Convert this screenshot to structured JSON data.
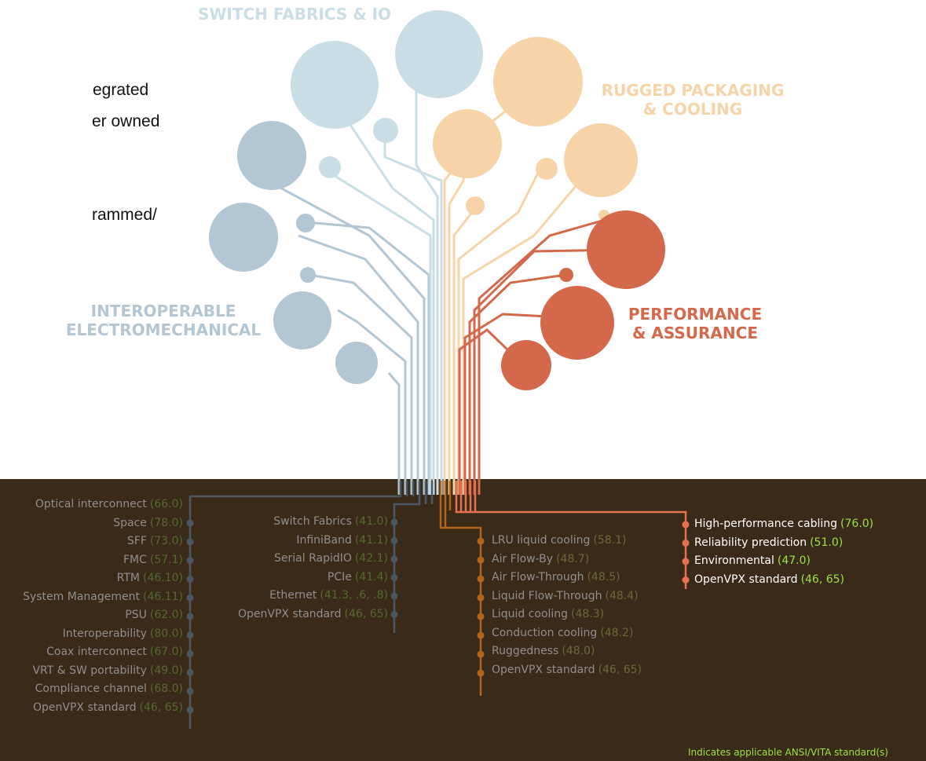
{
  "partial_text": [
    "egrated",
    "er owned",
    "rammed/"
  ],
  "categories": {
    "switch": {
      "label": "SWITCH FABRICS & IO",
      "color": "#c9dde6"
    },
    "rugged": {
      "label": "RUGGED PACKAGING\n& COOLING",
      "color": "#f7d3a8"
    },
    "interop": {
      "label": "INTEROPERABLE\nELECTROMECHANICAL",
      "color": "#b3c6d3"
    },
    "perf": {
      "label": "PERFORMANCE\n& ASSURANCE",
      "color": "#d4684a"
    }
  },
  "lists": {
    "interop": [
      {
        "name": "Optical interconnect",
        "code": "(66.0)"
      },
      {
        "name": "Space",
        "code": "(78.0)"
      },
      {
        "name": "SFF",
        "code": "(73.0)"
      },
      {
        "name": "FMC",
        "code": "(57.1)"
      },
      {
        "name": "RTM",
        "code": "(46.10)"
      },
      {
        "name": "System Management",
        "code": "(46.11)"
      },
      {
        "name": "PSU",
        "code": "(62.0)"
      },
      {
        "name": "Interoperability",
        "code": "(80.0)"
      },
      {
        "name": "Coax interconnect",
        "code": "(67.0)"
      },
      {
        "name": "VRT & SW portability",
        "code": "(49.0)"
      },
      {
        "name": "Compliance channel",
        "code": "(68.0)"
      },
      {
        "name": "OpenVPX standard",
        "code": "(46, 65)"
      }
    ],
    "switch": [
      {
        "name": "Switch Fabrics",
        "code": "(41.0)"
      },
      {
        "name": "InfiniBand",
        "code": "(41.1)"
      },
      {
        "name": "Serial RapidIO",
        "code": "(42.1)"
      },
      {
        "name": "PCIe",
        "code": "(41.4)"
      },
      {
        "name": "Ethernet",
        "code": "(41.3, .6, .8)"
      },
      {
        "name": "OpenVPX standard",
        "code": "(46, 65)"
      }
    ],
    "rugged": [
      {
        "name": "LRU liquid cooling",
        "code": "(58.1)"
      },
      {
        "name": "Air Flow-By",
        "code": "(48.7)"
      },
      {
        "name": "Air Flow-Through",
        "code": "(48.5)"
      },
      {
        "name": "Liquid Flow-Through",
        "code": "(48.4)"
      },
      {
        "name": "Liquid cooling",
        "code": "(48.3)"
      },
      {
        "name": "Conduction cooling",
        "code": "(48.2)"
      },
      {
        "name": "Ruggedness",
        "code": "(48.0)"
      },
      {
        "name": "OpenVPX standard",
        "code": "(46, 65)"
      }
    ],
    "perf": [
      {
        "name": "High-performance cabling",
        "code": "(76.0)"
      },
      {
        "name": "Reliability prediction",
        "code": "(51.0)"
      },
      {
        "name": "Environmental",
        "code": "(47.0)"
      },
      {
        "name": "OpenVPX standard",
        "code": "(46, 65)"
      }
    ]
  },
  "footnote": "Indicates applicable ANSI/VITA standard(s)",
  "colors": {
    "bottom_bg": "#3a2a1a",
    "line_dark": "#4a5862",
    "line_orange": "#b4651c",
    "perf_line": "#e4724f",
    "code_green": "#9be33e"
  }
}
